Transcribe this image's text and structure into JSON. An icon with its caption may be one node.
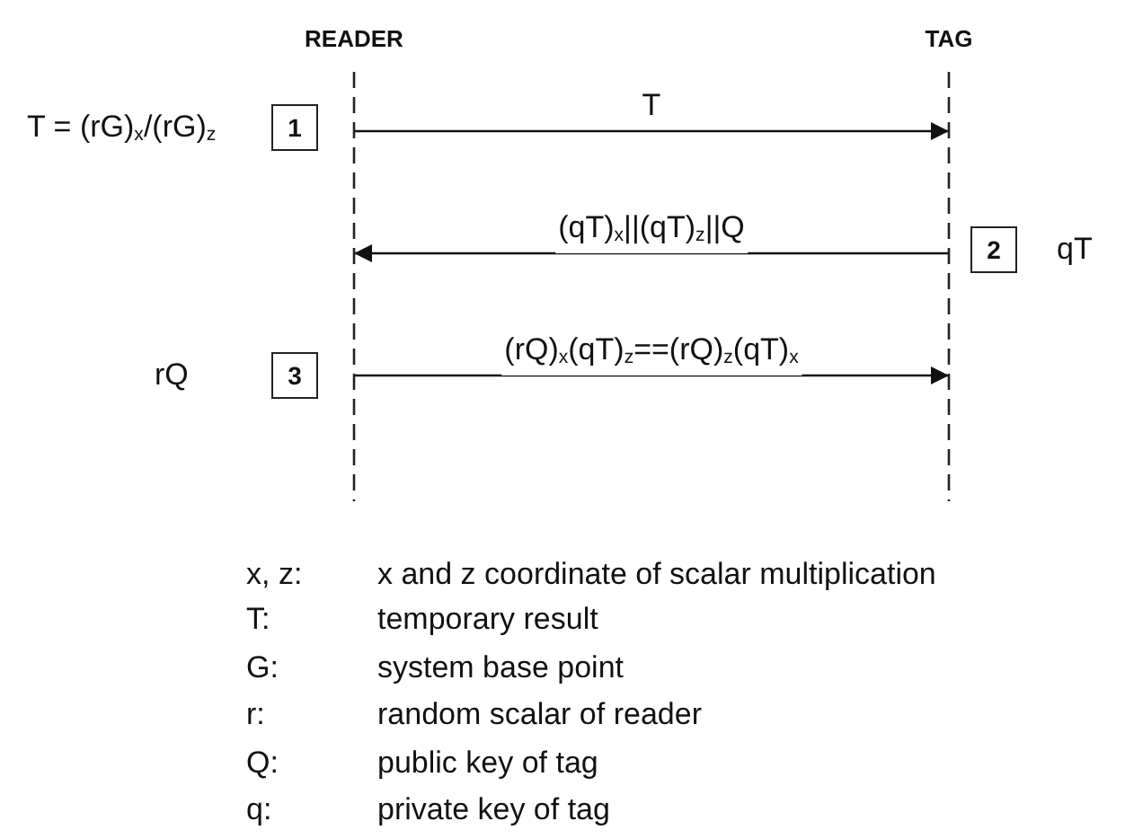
{
  "diagram": {
    "nodes": [
      {
        "text": [
          "READER"
        ]
      },
      {
        "text": [
          "TAG"
        ]
      },
      {
        "text": [
          "1"
        ],
        "beside": [
          "T = (rG)$_{x}$/(rG)$_{z}$"
        ]
      },
      {
        "text": [
          "2"
        ],
        "beside": [
          "qT"
        ]
      },
      {
        "text": [
          "3"
        ],
        "beside": [
          "rQ"
        ]
      }
    ],
    "edges": [
      {
        "from": 0,
        "to": 1,
        "label": "T",
        "arrow": "to"
      },
      {
        "from": 1,
        "to": 0,
        "label": "(qT)$_{x}$||(qT)$_{z}$||Q",
        "arrow": "to"
      },
      {
        "from": 0,
        "to": 1,
        "label": "(rQ)$_{x}$(qT)$_{z}$==(rQ)$_{z}$(qT)$_{x}$",
        "arrow": "to"
      }
    ],
    "labels": [
      "x, z:",
      "x and z coordinate of scalar multiplication",
      "T:",
      "temporary result",
      "G:",
      "system base point",
      "r:",
      "random scalar of reader",
      "Q:",
      "public key of tag",
      "q:",
      "private key of tag"
    ]
  }
}
